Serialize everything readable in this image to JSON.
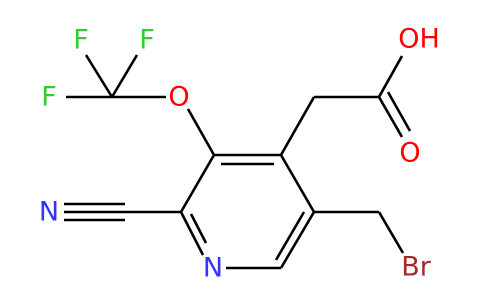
{
  "colors": {
    "carbon_bond": "#000000",
    "nitrogen": "#3333ff",
    "oxygen": "#ff0000",
    "fluorine": "#33cc33",
    "bromine": "#a62929"
  },
  "atoms": [
    {
      "id": "f-top",
      "label": "F",
      "element": "fluorine"
    },
    {
      "id": "f-right",
      "label": "F",
      "element": "fluorine"
    },
    {
      "id": "f-left",
      "label": "F",
      "element": "fluorine"
    },
    {
      "id": "o-ether",
      "label": "O",
      "element": "oxygen"
    },
    {
      "id": "oh-acid",
      "label": "OH",
      "element": "oxygen"
    },
    {
      "id": "o-carbonyl",
      "label": "O",
      "element": "oxygen"
    },
    {
      "id": "n-nitrile",
      "label": "N",
      "element": "nitrogen"
    },
    {
      "id": "n-ring",
      "label": "N",
      "element": "nitrogen"
    },
    {
      "id": "br",
      "label": "Br",
      "element": "bromine"
    }
  ]
}
